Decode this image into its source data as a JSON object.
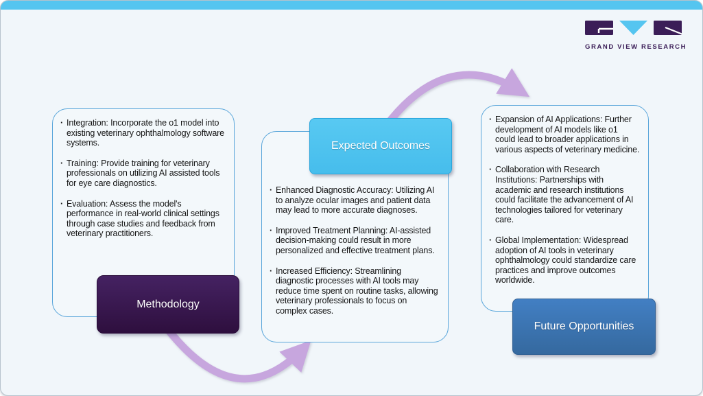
{
  "brand": {
    "name": "GRAND VIEW RESEARCH",
    "logo_purple": "#3b1d57",
    "logo_blue": "#55c5f0"
  },
  "page": {
    "background": "#f1f6fa",
    "topbar_color": "#55c5f0",
    "card_border_color": "#58a5da",
    "arrow_color": "#c7a6de",
    "text_color": "#141414"
  },
  "columns": [
    {
      "label": "Methodology",
      "label_color": "#3a1950",
      "label_position": "bottom-right",
      "bullets": [
        "Integration: Incorporate the o1 model into existing veterinary ophthalmology software systems.",
        "Training: Provide training for veterinary professionals on utilizing AI assisted tools for eye care diagnostics.",
        "Evaluation: Assess the model's performance in real-world clinical settings through case studies and feedback from veterinary practitioners."
      ]
    },
    {
      "label": "Expected Outcomes",
      "label_color": "#4ec3f0",
      "label_position": "top-center",
      "bullets": [
        "Enhanced Diagnostic Accuracy: Utilizing AI to analyze ocular images and patient data may lead to more accurate diagnoses.",
        "Improved Treatment Planning: AI-assisted decision-making could result in more personalized and effective treatment plans.",
        "Increased Efficiency: Streamlining diagnostic processes with AI tools may reduce time spent on routine tasks, allowing veterinary professionals to focus on complex cases."
      ]
    },
    {
      "label": "Future Opportunities",
      "label_color": "#3d78bc",
      "label_position": "bottom-right",
      "bullets": [
        "Expansion of AI Applications: Further development of AI models like o1 could lead to broader applications in various aspects of veterinary medicine.",
        "Collaboration with Research Institutions: Partnerships with academic and research institutions could facilitate the advancement of AI technologies tailored for veterinary care.",
        "Global Implementation: Widespread adoption of AI tools in veterinary ophthalmology could standardize care practices and improve outcomes worldwide."
      ]
    }
  ],
  "bullet_glyph": "·"
}
